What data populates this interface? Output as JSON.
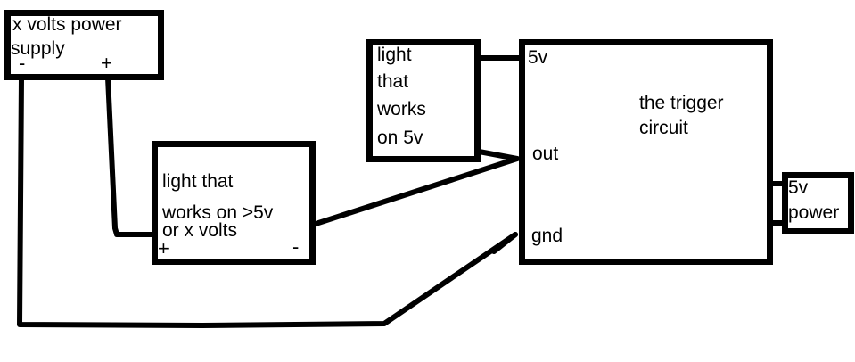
{
  "boxes": {
    "power_supply": {
      "line1": "x volts power",
      "line2": "supply",
      "minus": "-",
      "plus": "+"
    },
    "light_x": {
      "line1": "light that",
      "line2": "works on >5v",
      "line3": "or x volts",
      "plus": "+",
      "minus": "-"
    },
    "light_5v": {
      "line1": "light",
      "line2": "that",
      "line3": "works",
      "line4": "on 5v"
    },
    "trigger": {
      "pin_5v": "5v",
      "title1": "the trigger",
      "title2": "circuit",
      "pin_out": "out",
      "pin_gnd": "gnd"
    },
    "power_5v": {
      "line1": "5v",
      "line2": "power"
    }
  },
  "colors": {
    "ink": "#000000",
    "background": "#ffffff"
  }
}
